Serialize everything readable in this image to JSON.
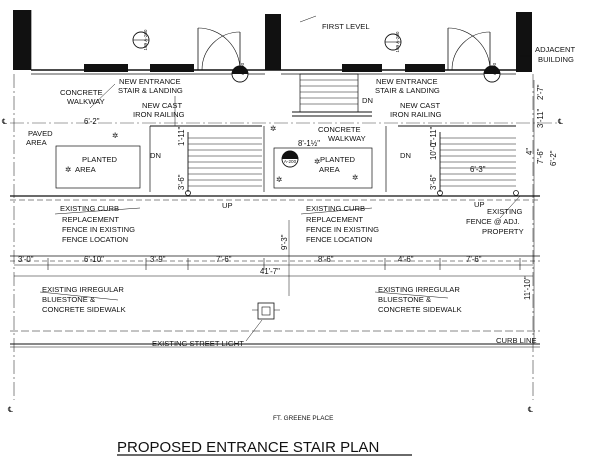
{
  "drawing": {
    "title": "PROPOSED ENTRANCE STAIR PLAN",
    "street_name": "FT. GREENE PLACE"
  },
  "labels": {
    "first_level": "FIRST LEVEL",
    "adjacent_building_1": "ADJACENT",
    "adjacent_building_2": "BUILDING",
    "concrete_walkway_l1": "CONCRETE",
    "concrete_walkway_l2": "WALKWAY",
    "new_entrance_l1": "NEW ENTRANCE",
    "new_entrance_l2": "STAIR & LANDING",
    "new_cast_l1": "NEW CAST",
    "new_cast_l2": "IRON RAILING",
    "new_entrance_r1": "NEW ENTRANCE",
    "new_entrance_r2": "STAIR & LANDING",
    "new_cast_r1": "NEW CAST",
    "new_cast_r2": "IRON RAILING",
    "concrete_walkway_r1": "CONCRETE",
    "concrete_walkway_r2": "WALKWAY",
    "paved_area_1": "PAVED",
    "paved_area_2": "AREA",
    "planted_area_l1": "PLANTED",
    "planted_area_l2": "AREA",
    "planted_area_r1": "PLANTED",
    "planted_area_r2": "AREA",
    "dn_left": "DN",
    "dn_right": "DN",
    "dn_top": "DN",
    "up_left": "UP",
    "up_right": "UP",
    "existing_curb_left": "EXISTING CURB",
    "replacement_fence_l1": "REPLACEMENT",
    "replacement_fence_l2": "FENCE IN EXISTING",
    "replacement_fence_l3": "FENCE LOCATION",
    "existing_curb_right": "EXISTING CURB",
    "replacement_fence_r1": "REPLACEMENT",
    "replacement_fence_r2": "FENCE IN EXISTING",
    "replacement_fence_r3": "FENCE LOCATION",
    "existing_fence_1": "EXISTING",
    "existing_fence_2": "FENCE @ ADJ.",
    "existing_fence_3": "PROPERTY",
    "sidewalk_left_1": "EXISTING IRREGULAR",
    "sidewalk_left_2": "BLUESTONE &",
    "sidewalk_left_3": "CONCRETE SIDEWALK",
    "sidewalk_right_1": "EXISTING IRREGULAR",
    "sidewalk_right_2": "BLUESTONE &",
    "sidewalk_right_3": "CONCRETE SIDEWALK",
    "street_light": "EXISTING STREET LIGHT",
    "curb_line": "CURB LINE",
    "tag_door_left": "109 A-200",
    "tag_door_right": "109 A-200",
    "tag_sec_left": "A-200",
    "tag_sec_right": "A-200",
    "tag_sec_mid": "A-200"
  },
  "dimensions": {
    "d_3_0": "3'-0\"",
    "d_6_10": "6'-10\"",
    "d_3_9": "3'-9\"",
    "d_7_6_left": "7'-6\"",
    "d_8_6": "8'-6\"",
    "d_4_6": "4'-6\"",
    "d_7_6_right": "7'-6\"",
    "d_41_7": "41'-7\"",
    "d_6_2_left": "6'-2\"",
    "d_8_1_half": "8'-1½\"",
    "d_6_3": "6'-3\"",
    "d_11_10": "11'-10\"",
    "d_2_7": "2'-7\"",
    "d_3_11": "3'-11\"",
    "d_7_6_vert": "7'-6\"",
    "d_6_2_vert": "6'-2\"",
    "d_1_11_left": "1'-11\"",
    "d_3_6_left": "3'-6\"",
    "d_1_11_right": "1'-11\"",
    "d_10_0": "10'-0\"",
    "d_3_6_right": "3'-6\"",
    "d_9_3": "9'-3\"",
    "d_4": "4\""
  }
}
